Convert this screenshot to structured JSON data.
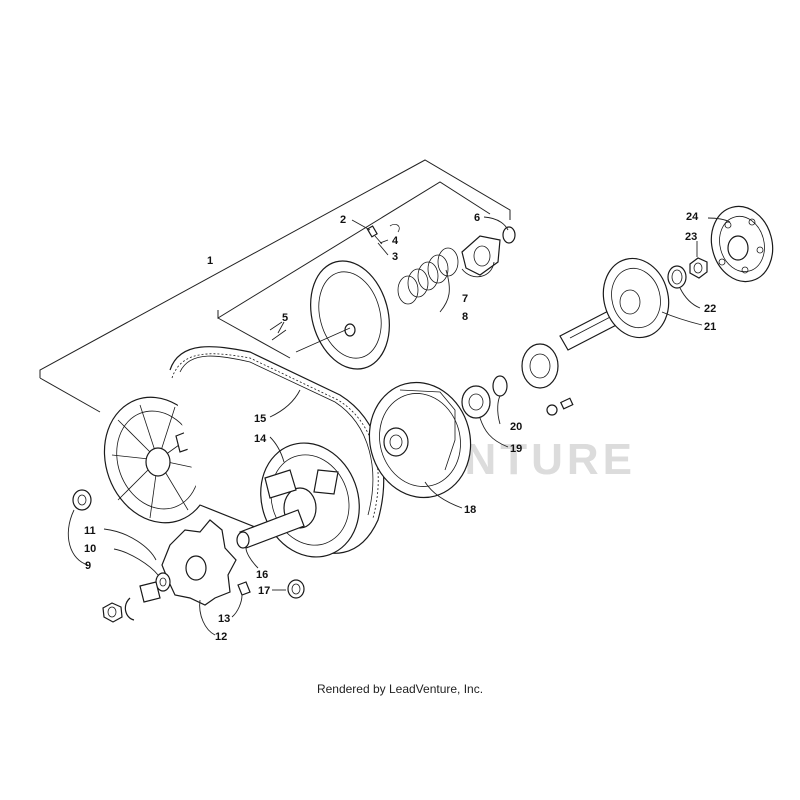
{
  "watermark": "LEADVENTURE",
  "footer": "Rendered by LeadVenture, Inc.",
  "callouts": {
    "c1": "1",
    "c2": "2",
    "c3": "3",
    "c4": "4",
    "c5": "5",
    "c6": "6",
    "c7": "7",
    "c8": "8",
    "c9": "9",
    "c10": "10",
    "c11": "11",
    "c12": "12",
    "c13": "13",
    "c14": "14",
    "c15": "15",
    "c16": "16",
    "c17": "17",
    "c18": "18",
    "c19": "19",
    "c20": "20",
    "c21": "21",
    "c22": "22",
    "c23": "23",
    "c24": "24"
  }
}
